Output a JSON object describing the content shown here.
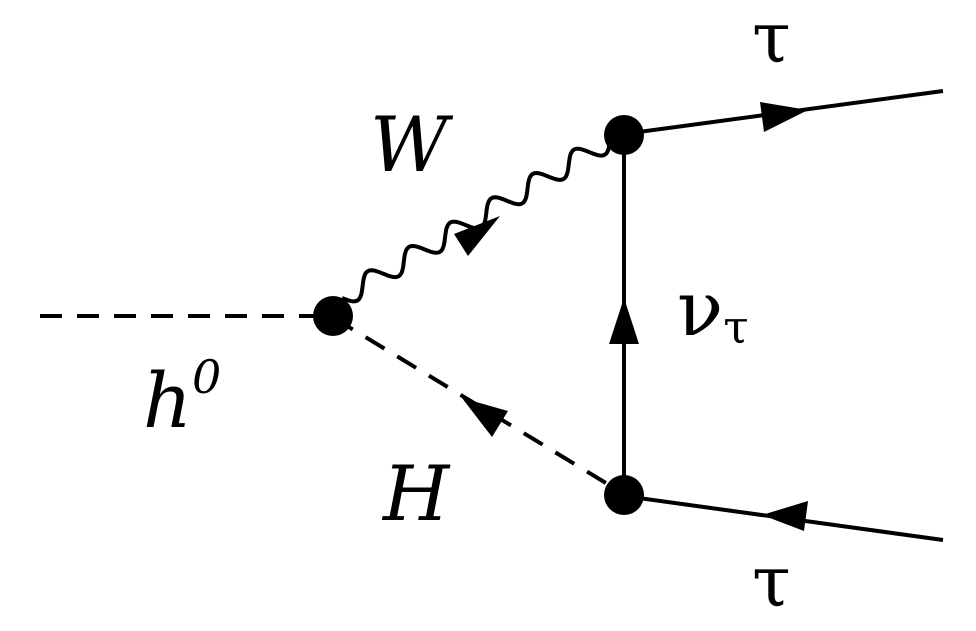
{
  "particles": {
    "higgs": {
      "base": "h",
      "sup": "0"
    },
    "w_boson": "W",
    "charged_higgs": "H",
    "neutrino": {
      "base": "ν",
      "sub": "τ"
    },
    "tau_out_top": "τ",
    "tau_out_bottom": "τ"
  },
  "colors": {
    "ink": "#000000",
    "background": "#ffffff"
  }
}
